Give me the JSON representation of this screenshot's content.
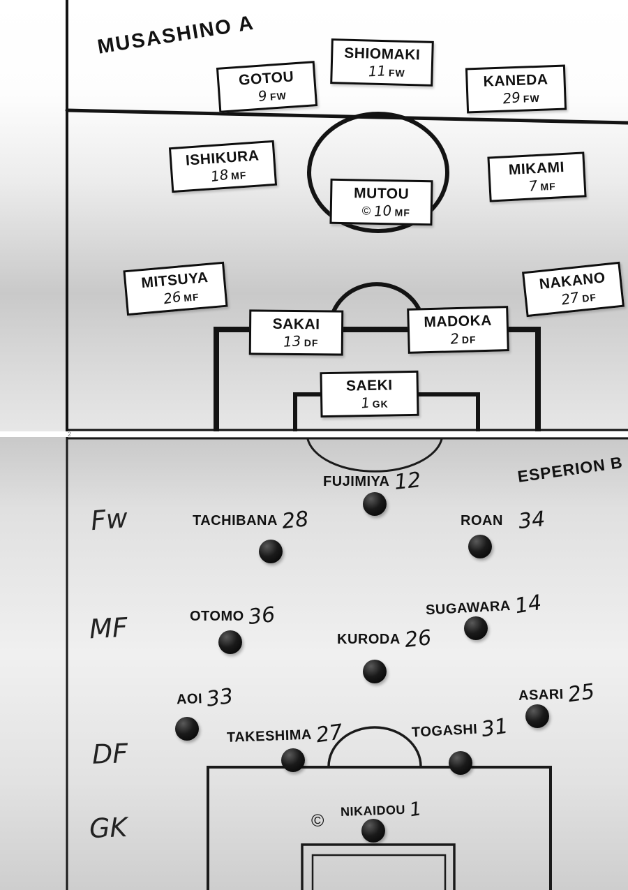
{
  "page": {
    "panel_number": "2"
  },
  "musashino": {
    "team_name": "MUSASHINO A",
    "players": [
      {
        "name": "GOTOU",
        "number": "9",
        "position": "FW"
      },
      {
        "name": "SHIOMAKI",
        "number": "11",
        "position": "FW"
      },
      {
        "name": "KANEDA",
        "number": "29",
        "position": "FW"
      },
      {
        "name": "ISHIKURA",
        "number": "18",
        "position": "MF"
      },
      {
        "name": "MIKAMI",
        "number": "7",
        "position": "MF"
      },
      {
        "name": "MUTOU",
        "number": "10",
        "position": "MF",
        "captain": "©"
      },
      {
        "name": "MITSUYA",
        "number": "26",
        "position": "MF"
      },
      {
        "name": "NAKANO",
        "number": "27",
        "position": "DF"
      },
      {
        "name": "SAKAI",
        "number": "13",
        "position": "DF"
      },
      {
        "name": "MADOKA",
        "number": "2",
        "position": "DF"
      },
      {
        "name": "SAEKI",
        "number": "1",
        "position": "GK"
      }
    ]
  },
  "esperion": {
    "team_name": "ESPERION B",
    "position_labels": [
      "Fw",
      "MF",
      "DF",
      "GK"
    ],
    "captain_symbol": "©",
    "players": [
      {
        "name": "FUJIMIYA",
        "number": "12"
      },
      {
        "name": "TACHIBANA",
        "number": "28"
      },
      {
        "name": "ROAN",
        "number": "34"
      },
      {
        "name": "OTOMO",
        "number": "36"
      },
      {
        "name": "SUGAWARA",
        "number": "14"
      },
      {
        "name": "KURODA",
        "number": "26"
      },
      {
        "name": "AOI",
        "number": "33"
      },
      {
        "name": "ASARI",
        "number": "25"
      },
      {
        "name": "TAKESHIMA",
        "number": "27"
      },
      {
        "name": "TOGASHI",
        "number": "31"
      },
      {
        "name": "NIKAIDOU",
        "number": "1",
        "captain": "©"
      }
    ]
  }
}
